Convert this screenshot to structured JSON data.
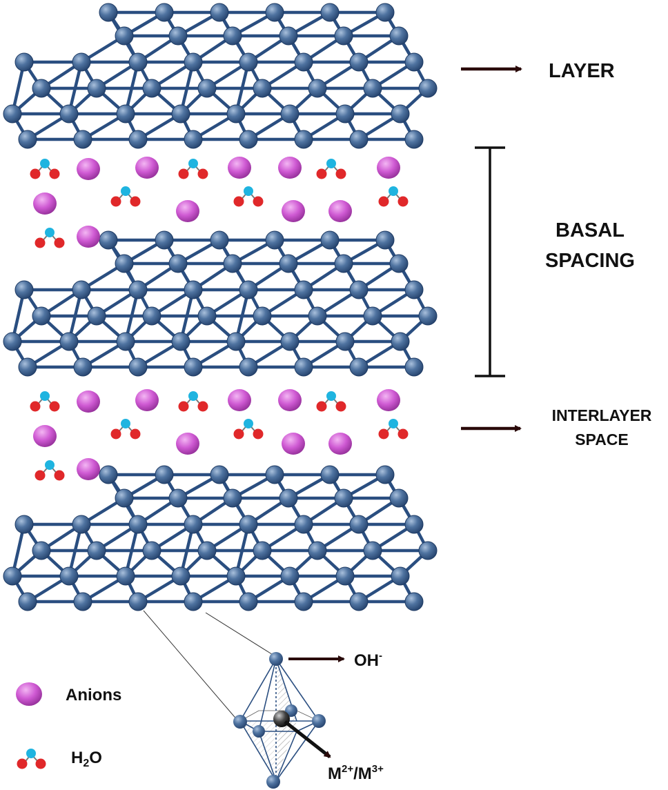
{
  "labels": {
    "layer": "LAYER",
    "basal_line1": "BASAL",
    "basal_line2": "SPACING",
    "interlayer_line1": "INTERLAYER",
    "interlayer_line2": "SPACE",
    "oh_base": "OH",
    "oh_charge": "-",
    "metal_m1": "M",
    "metal_c1": "2+",
    "metal_sep": "/M",
    "metal_c2": "3+"
  },
  "legend": {
    "anions": "Anions",
    "h2o_h": "H",
    "h2o_sub": "2",
    "h2o_o": "O"
  },
  "colors": {
    "atom": "#3d5f8a",
    "bond": "#2a4e80",
    "anion": "#c24fc6",
    "water_h": "#1fb4e0",
    "water_o": "#e0282a",
    "arrow": "#2a0a0a"
  }
}
